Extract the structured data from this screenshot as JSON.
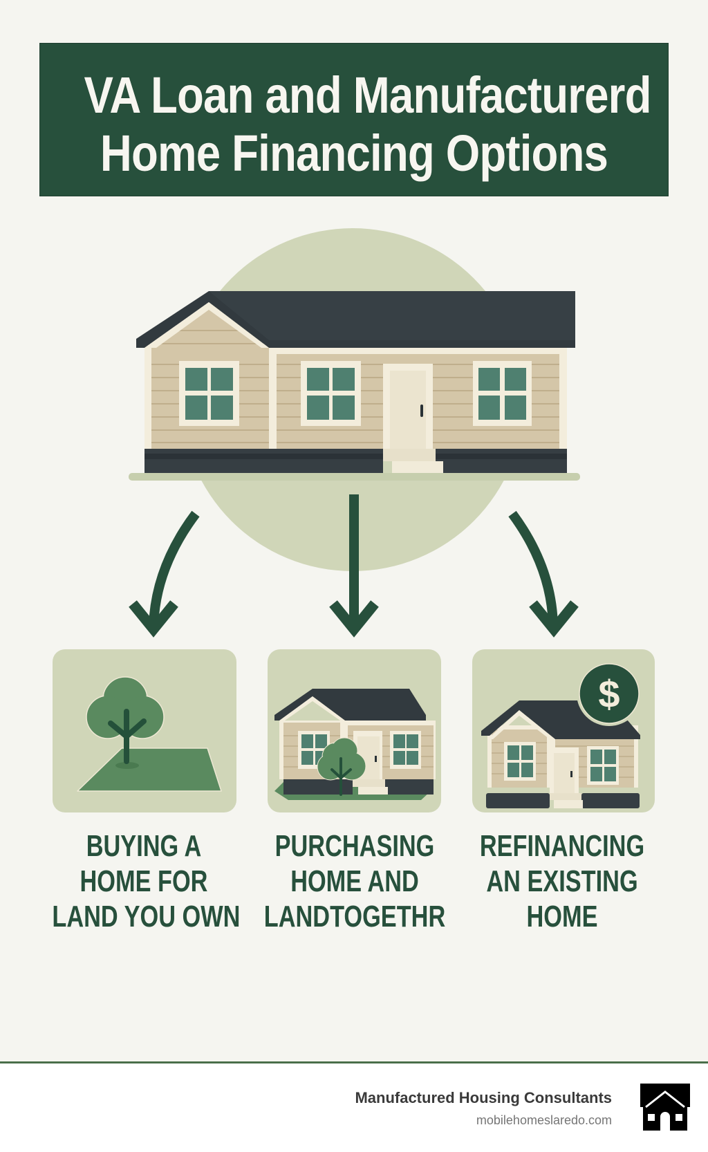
{
  "header": {
    "title_lines": [
      "VA Loan and Manufacturerd",
      "Home Financing Options"
    ]
  },
  "hero": {
    "icon": "manufactured-home-icon",
    "arrows": [
      "arrow-down-left",
      "arrow-down-center",
      "arrow-down-right"
    ]
  },
  "options": [
    {
      "icon": "tree-on-land-icon",
      "label_lines": [
        "BUYING A",
        "HOME FOR",
        "LAND YOU OWN"
      ]
    },
    {
      "icon": "home-with-tree-icon",
      "label_lines": [
        "PURCHASING",
        "HOME AND",
        "LANDTOGETHR"
      ]
    },
    {
      "icon": "home-with-dollar-icon",
      "badge_symbol": "$",
      "label_lines": [
        "REFINANCING",
        "AN EXISTING",
        "HOME"
      ]
    }
  ],
  "footer": {
    "company": "Manufactured Housing Consultants",
    "url": "mobilehomeslaredo.com",
    "logo_icon": "house-logo-icon"
  },
  "colors": {
    "primary_green": "#27503c",
    "sage": "#d0d6b8",
    "background": "#f5f5f0",
    "roof": "#323a3f",
    "siding": "#d4c6a8",
    "trim": "#f3eddc",
    "window": "#4f8070",
    "grass": "#5a8a5f",
    "divider": "#4a6f4a"
  }
}
